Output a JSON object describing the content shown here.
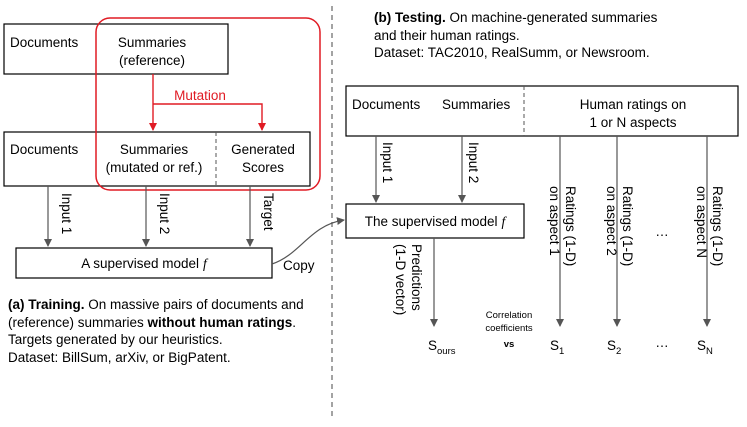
{
  "training": {
    "documents": "Documents",
    "summaries_reference": [
      "Summaries",
      "(reference)"
    ],
    "mutation": "Mutation",
    "summaries_mutated": [
      "Summaries",
      "(mutated or ref.)"
    ],
    "generated_scores": [
      "Generated",
      "Scores"
    ],
    "input1": "Input 1",
    "input2": "Input 2",
    "target": "Target",
    "model": "A supervised model",
    "model_var": "f",
    "copy": "Copy",
    "caption": {
      "label": "(a) Training.",
      "text1": " On massive pairs of documents and (reference) summaries ",
      "bold": "without human ratings",
      "text2": ". Targets generated by our heuristics.",
      "dataset": "Dataset: BillSum, arXiv, or BigPatent."
    }
  },
  "testing": {
    "caption": {
      "label": "(b) Testing.",
      "text1": " On machine-generated summaries and their human ratings.",
      "dataset": "Dataset: TAC2010, RealSumm, or Newsroom."
    },
    "documents": "Documents",
    "summaries": "Summaries",
    "human_ratings": [
      "Human ratings on",
      "1 or N aspects"
    ],
    "input1": "Input 1",
    "input2": "Input 2",
    "model": "The supervised model",
    "model_var": "f",
    "predictions": [
      "Predictions",
      "(1-D vector)"
    ],
    "ratings1": [
      "Ratings (1-D)",
      "on aspect 1"
    ],
    "ratings2": [
      "Ratings (1-D)",
      "on aspect 2"
    ],
    "ratingsN": [
      "Ratings (1-D)",
      "on aspect N"
    ],
    "ellipsis": "…",
    "s_ours": "S",
    "s_ours_sub": "ours",
    "correlation": [
      "Correlation",
      "coefficients"
    ],
    "vs": "vs",
    "s1": "S",
    "s1_sub": "1",
    "s2": "S",
    "s2_sub": "2",
    "sN": "S",
    "sN_sub": "N"
  }
}
